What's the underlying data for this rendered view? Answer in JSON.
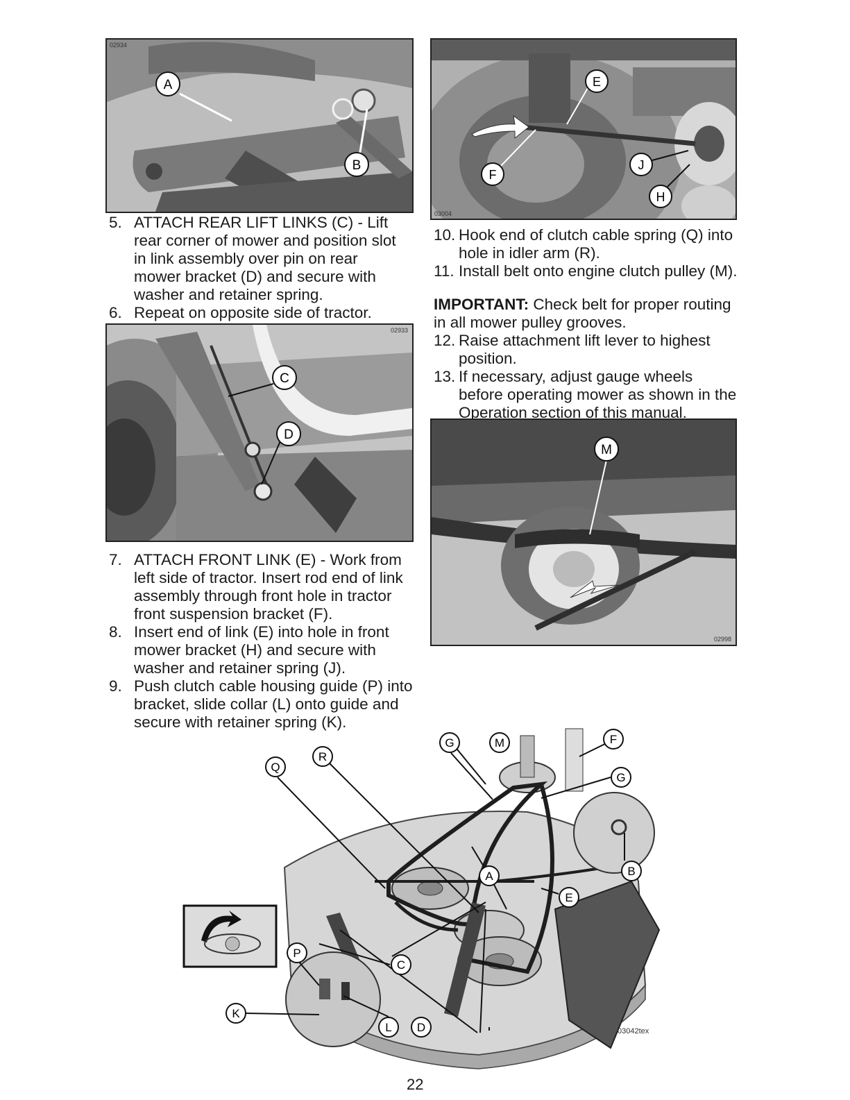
{
  "steps_left_top": [
    {
      "num": "5.",
      "text": "ATTACH REAR LIFT LINKS (C) - Lift rear corner of mower and position slot in link assembly over pin on rear mower bracket (D) and secure with washer and retainer spring."
    },
    {
      "num": "6.",
      "text": "Repeat on opposite side of tractor."
    }
  ],
  "steps_left_bottom": [
    {
      "num": "7.",
      "text": "ATTACH FRONT LINK (E) - Work from left side of tractor. Insert rod end of link assembly through front hole in tractor front suspension bracket (F)."
    },
    {
      "num": "8.",
      "text": "Insert end of link (E) into hole in front mower bracket (H) and secure with washer and retainer spring (J)."
    },
    {
      "num": "9.",
      "text": "Push clutch cable housing guide (P) into bracket, slide collar (L) onto guide and secure with retainer spring (K)."
    }
  ],
  "steps_right_a": [
    {
      "num": "10.",
      "text": "Hook end of clutch cable spring (Q) into hole in idler arm (R)."
    },
    {
      "num": "11.",
      "text": "Install belt onto engine clutch pulley (M)."
    }
  ],
  "important": {
    "label": "IMPORTANT:",
    "text": "Check belt for proper routing in all mower pulley grooves."
  },
  "steps_right_b": [
    {
      "num": "12.",
      "text": "Raise attachment lift lever to highest position."
    },
    {
      "num": "13.",
      "text": "If necessary, adjust gauge wheels before operating mower as shown in the Operation section of this manual."
    }
  ],
  "figures": {
    "fig1": {
      "code": "02934",
      "callouts": [
        "A",
        "B"
      ]
    },
    "fig2": {
      "code": "02933",
      "callouts": [
        "C",
        "D"
      ]
    },
    "fig3": {
      "code": "03004",
      "callouts": [
        "E",
        "F",
        "J",
        "H"
      ]
    },
    "fig4": {
      "code": "02998",
      "callouts": [
        "M"
      ]
    },
    "fig5": {
      "code": "03042tex",
      "callouts": [
        "G",
        "M",
        "F",
        "Q",
        "R",
        "G",
        "A",
        "E",
        "B",
        "P",
        "C",
        "K",
        "L",
        "D"
      ]
    }
  },
  "page_number": "22"
}
